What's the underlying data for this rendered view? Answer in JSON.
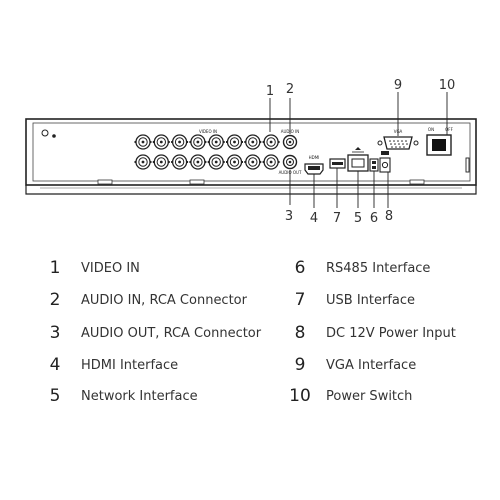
{
  "diagram": {
    "callouts": [
      {
        "number": "1",
        "label": "VIDEO IN"
      },
      {
        "number": "2",
        "label": "AUDIO IN, RCA Connector"
      },
      {
        "number": "3",
        "label": "AUDIO OUT, RCA Connector"
      },
      {
        "number": "4",
        "label": "HDMI Interface"
      },
      {
        "number": "5",
        "label": "Network Interface"
      },
      {
        "number": "6",
        "label": "RS485 Interface"
      },
      {
        "number": "7",
        "label": "USB Interface"
      },
      {
        "number": "8",
        "label": "DC 12V Power Input"
      },
      {
        "number": "9",
        "label": "VGA Interface"
      },
      {
        "number": "10",
        "label": "Power Switch"
      }
    ],
    "panel_labels": {
      "video_in": "VIDEO IN",
      "audio_in": "AUDIO IN",
      "audio_out": "AUDIO OUT",
      "hdmi": "HDMI",
      "vga": "VGA",
      "on": "ON",
      "off": "OFF"
    }
  }
}
